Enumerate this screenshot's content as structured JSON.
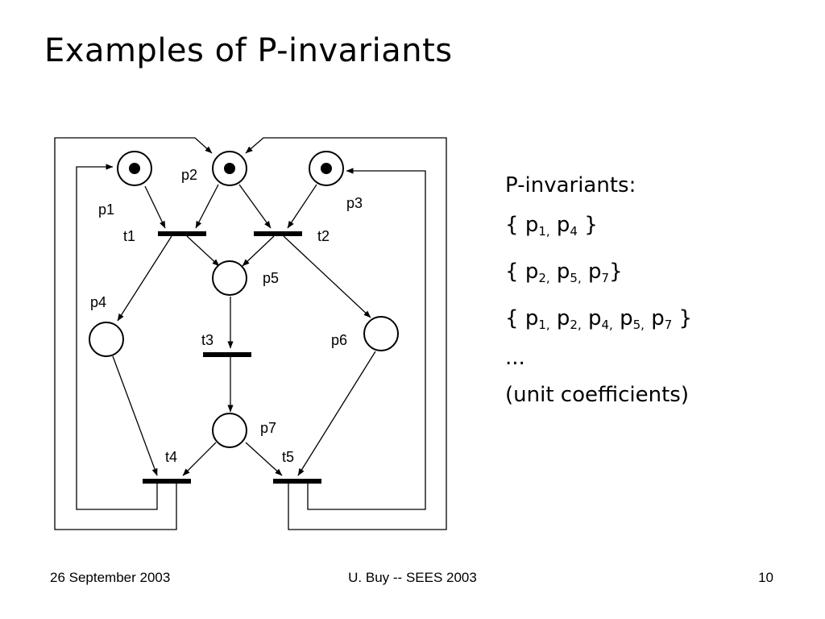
{
  "slide": {
    "title": "Examples of P-invariants"
  },
  "net": {
    "places": [
      {
        "id": "p1",
        "label": "p1",
        "marked": true
      },
      {
        "id": "p2",
        "label": "p2",
        "marked": true
      },
      {
        "id": "p3",
        "label": "p3",
        "marked": true
      },
      {
        "id": "p4",
        "label": "p4",
        "marked": false
      },
      {
        "id": "p5",
        "label": "p5",
        "marked": false
      },
      {
        "id": "p6",
        "label": "p6",
        "marked": false
      },
      {
        "id": "p7",
        "label": "p7",
        "marked": false
      }
    ],
    "transitions": [
      {
        "id": "t1",
        "label": "t1"
      },
      {
        "id": "t2",
        "label": "t2"
      },
      {
        "id": "t3",
        "label": "t3"
      },
      {
        "id": "t4",
        "label": "t4"
      },
      {
        "id": "t5",
        "label": "t5"
      }
    ],
    "arcs": [
      [
        "p1",
        "t1"
      ],
      [
        "p2",
        "t1"
      ],
      [
        "p2",
        "t2"
      ],
      [
        "p3",
        "t2"
      ],
      [
        "t1",
        "p4"
      ],
      [
        "t1",
        "p5"
      ],
      [
        "t2",
        "p5"
      ],
      [
        "t2",
        "p6"
      ],
      [
        "p5",
        "t3"
      ],
      [
        "t3",
        "p7"
      ],
      [
        "p4",
        "t4"
      ],
      [
        "p7",
        "t4"
      ],
      [
        "p7",
        "t5"
      ],
      [
        "p6",
        "t5"
      ],
      [
        "t4",
        "p1"
      ],
      [
        "t4",
        "p2"
      ],
      [
        "t5",
        "p2"
      ],
      [
        "t5",
        "p3"
      ]
    ]
  },
  "invariants": {
    "heading": "P-invariants:",
    "lines": [
      {
        "items": [
          [
            "p",
            "1"
          ],
          [
            "p",
            "4"
          ]
        ],
        "pre": "{ ",
        "post": " }"
      },
      {
        "items": [
          [
            "p",
            "2"
          ],
          [
            "p",
            "5"
          ],
          [
            "p",
            "7"
          ]
        ],
        "pre": "{ ",
        "post": "}"
      },
      {
        "items": [
          [
            "p",
            "1"
          ],
          [
            "p",
            "2"
          ],
          [
            "p",
            "4"
          ],
          [
            "p",
            "5"
          ],
          [
            "p",
            "7"
          ]
        ],
        "pre": "{ ",
        "post": " }"
      }
    ],
    "ellipsis": "...",
    "note": "(unit coefficients)"
  },
  "footer": {
    "date": "26 September 2003",
    "author": "U. Buy -- SEES 2003",
    "page": "10"
  }
}
